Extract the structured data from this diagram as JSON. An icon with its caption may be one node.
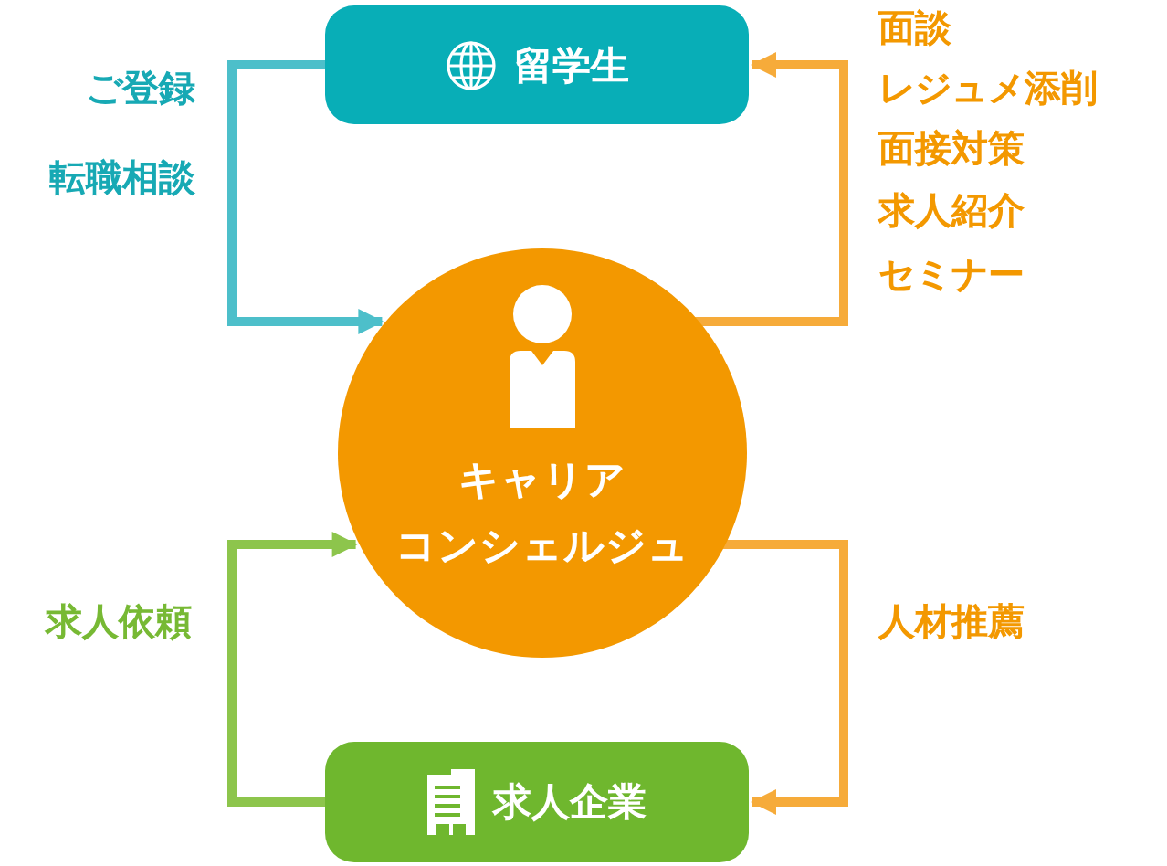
{
  "diagram": {
    "nodes": [
      {
        "text": [
          "留学生"
        ]
      },
      {
        "text": [
          "キャリアコンシェルジュ"
        ]
      },
      {
        "text": [
          "求人企業"
        ]
      }
    ],
    "edges": [
      {
        "from": 0,
        "to": 1,
        "arrow": "to",
        "color": "#4dbfca"
      },
      {
        "from": 1,
        "to": 0,
        "arrow": "to"
      },
      {
        "from": 2,
        "to": 1,
        "arrow": "to",
        "color": "#8dc54c"
      },
      {
        "from": 1,
        "to": 2,
        "arrow": "to"
      }
    ],
    "labels": [
      "ご登録",
      "転職相談",
      "面談",
      "レジュメ添削",
      "面接対策",
      "求人紹介",
      "セミナー",
      "求人依頼",
      "人材推薦"
    ]
  }
}
